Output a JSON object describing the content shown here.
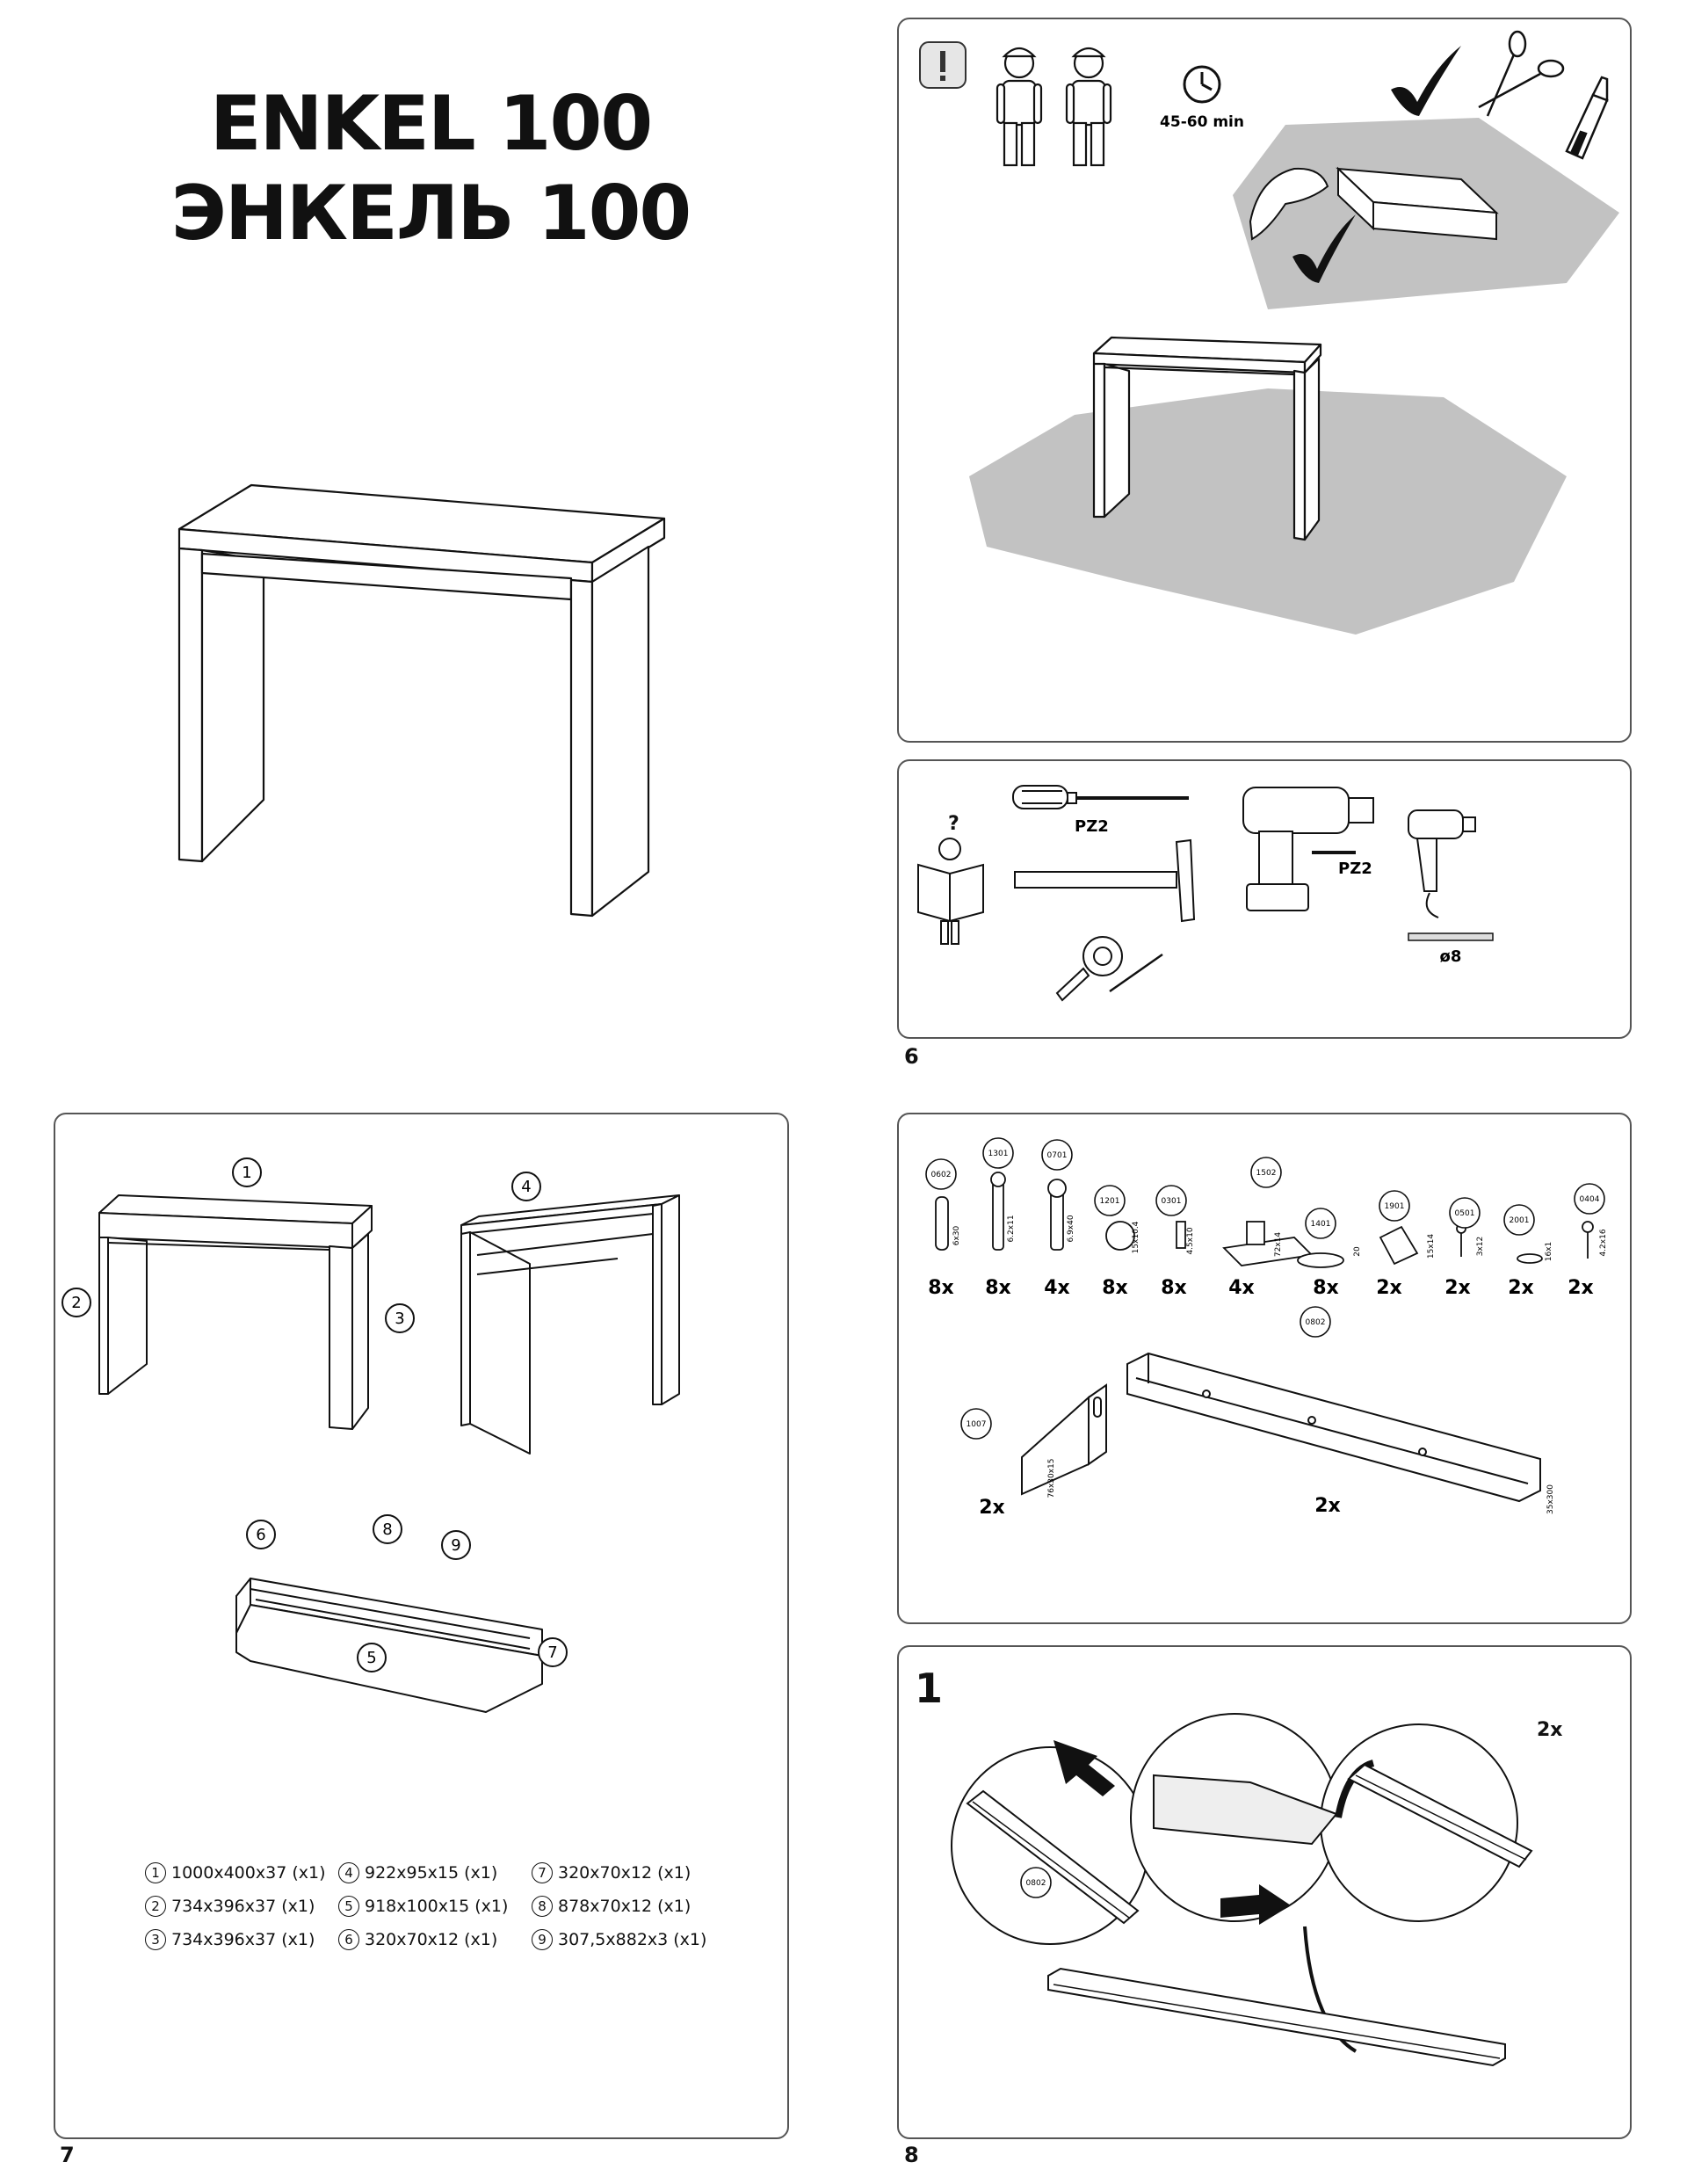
{
  "title": {
    "line1": "ENKEL 100",
    "line2": "ЭНКЕЛЬ 100"
  },
  "page_numbers": {
    "p6": "6",
    "p7": "7",
    "p8": "8"
  },
  "notice": {
    "time": "45-60 min"
  },
  "tools": {
    "screwdriver_bit": "PZ2",
    "drill_bit": "PZ2",
    "drill_diameter": "ø8"
  },
  "assembly_labels": [
    "1",
    "2",
    "3",
    "4",
    "6",
    "8",
    "9",
    "5",
    "7"
  ],
  "parts": [
    {
      "n": "1",
      "spec": "1000x400x37 (x1)"
    },
    {
      "n": "4",
      "spec": "922x95x15 (x1)"
    },
    {
      "n": "7",
      "spec": "320x70x12 (x1)"
    },
    {
      "n": "2",
      "spec": "734x396x37 (x1)"
    },
    {
      "n": "5",
      "spec": "918x100x15 (x1)"
    },
    {
      "n": "8",
      "spec": "878x70x12 (x1)"
    },
    {
      "n": "3",
      "spec": "734x396x37 (x1)"
    },
    {
      "n": "6",
      "spec": "320x70x12 (x1)"
    },
    {
      "n": "9",
      "spec": "307,5x882x3 (x1)"
    }
  ],
  "hardware": [
    {
      "code": "0602",
      "size": "6x30",
      "qty": "8x"
    },
    {
      "code": "1301",
      "size": "6.2x11",
      "qty": "8x"
    },
    {
      "code": "0701",
      "size": "6.9x40",
      "qty": "4x"
    },
    {
      "code": "1201",
      "size": "15x10.4",
      "qty": "8x"
    },
    {
      "code": "0301",
      "size": "4.5x10",
      "qty": "8x"
    },
    {
      "code": "1502",
      "size": "72x14",
      "qty": "4x"
    },
    {
      "code": "1401",
      "size": "20",
      "qty": "8x"
    },
    {
      "code": "1901",
      "size": "15x14",
      "qty": "2x"
    },
    {
      "code": "0501",
      "size": "3x12",
      "qty": "2x"
    },
    {
      "code": "2001",
      "size": "16x1",
      "qty": "2x"
    },
    {
      "code": "0404",
      "size": "4.2x16",
      "qty": "2x"
    }
  ],
  "hardware_large": [
    {
      "code": "1007",
      "size": "76x30x15",
      "qty": "2x"
    },
    {
      "code": "0802",
      "size": "35x300",
      "qty": "2x"
    }
  ],
  "step1": {
    "number": "1",
    "qty": "2x",
    "part": "0802"
  }
}
